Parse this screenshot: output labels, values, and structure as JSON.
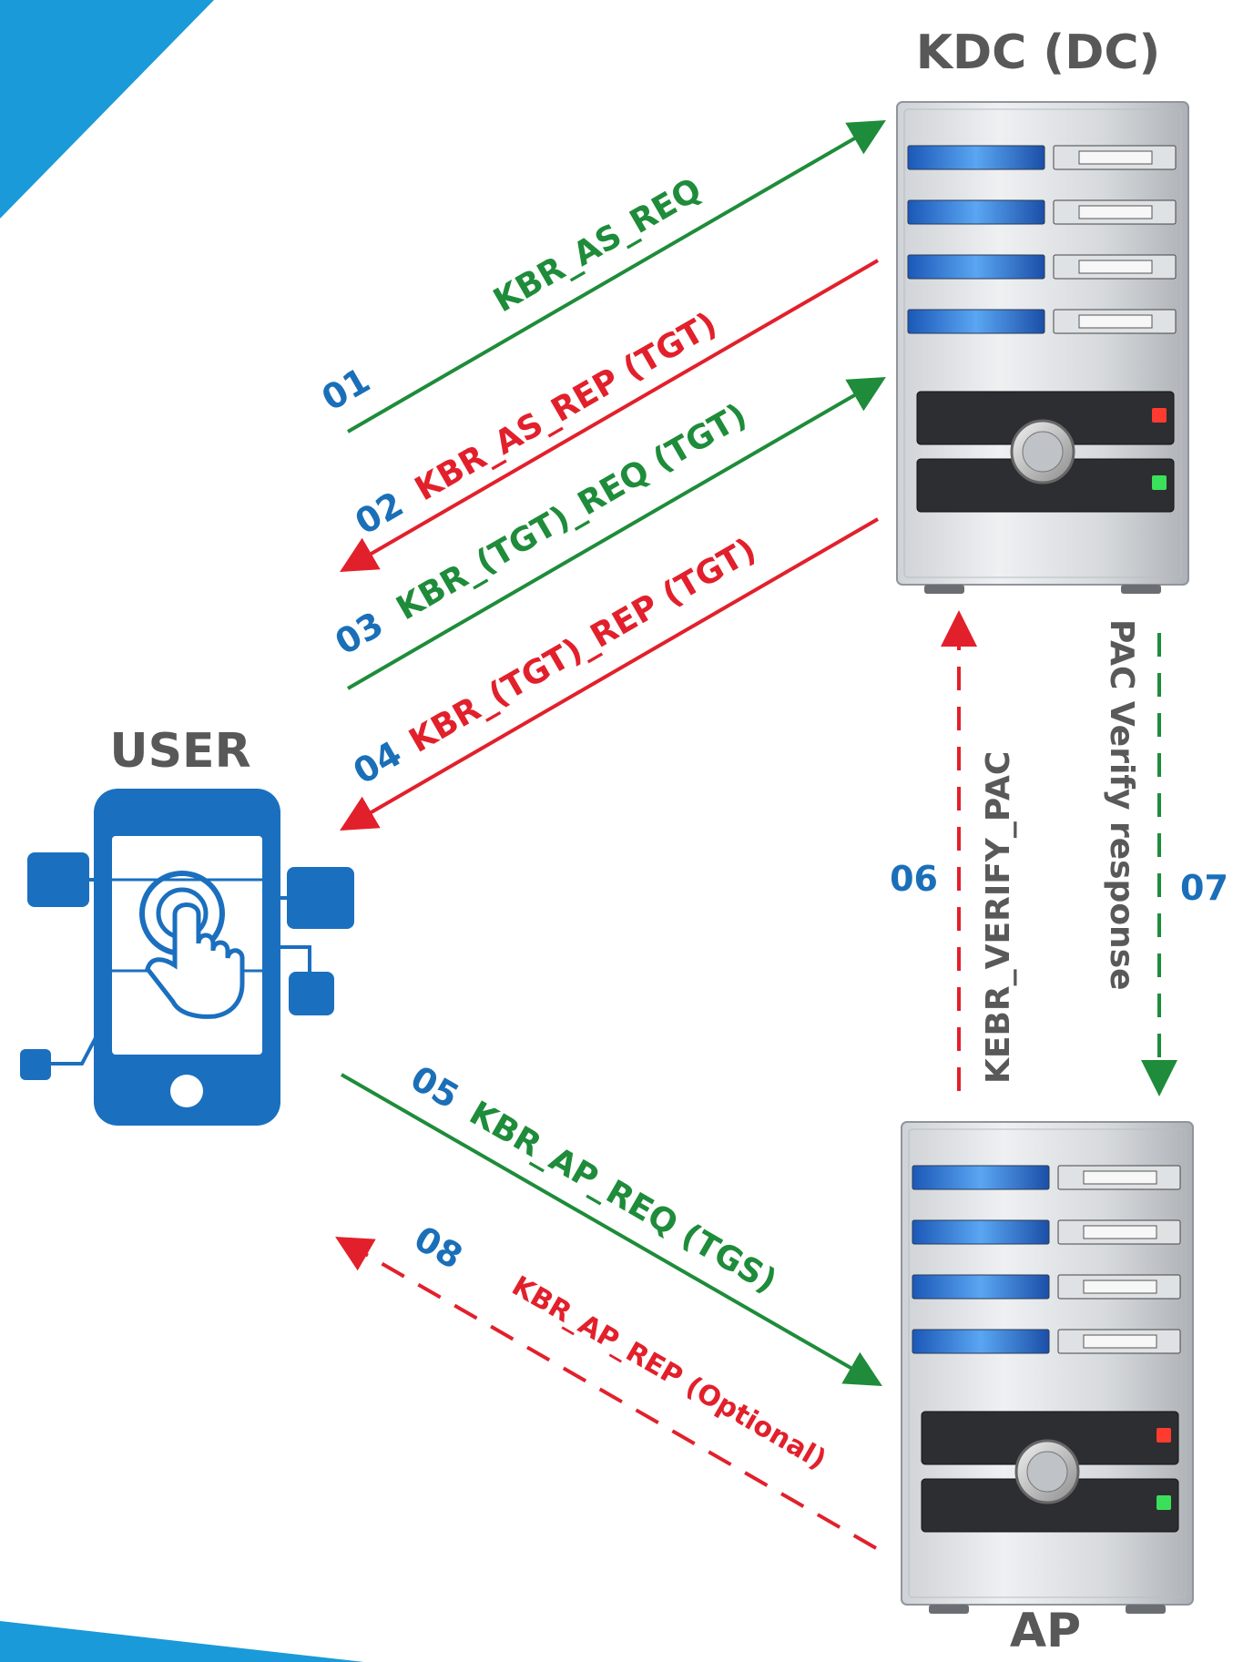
{
  "nodes": {
    "kdc": "KDC (DC)",
    "user": "USER",
    "ap": "AP"
  },
  "steps": [
    {
      "num": "01",
      "label": "KBR_AS_REQ"
    },
    {
      "num": "02",
      "label": "KBR_AS_REP (TGT)"
    },
    {
      "num": "03",
      "label": "KBR_(TGT)_REQ (TGT)"
    },
    {
      "num": "04",
      "label": "KBR_(TGT)_REP (TGT)"
    },
    {
      "num": "05",
      "label": "KBR_AP_REQ (TGS)"
    },
    {
      "num": "06",
      "label": "KEBR_VERIFY_PAC"
    },
    {
      "num": "07",
      "label": "PAC Verify response"
    },
    {
      "num": "08",
      "label": "KBR_AP_REP (Optional)"
    }
  ],
  "colors": {
    "accent_blue": "#1a9ad8",
    "request_green": "#1e8c3a",
    "reply_red": "#e2202b",
    "number_blue": "#1a6fb8",
    "label_gray": "#585858"
  },
  "icons": [
    "server-icon",
    "smartphone-touch-icon"
  ]
}
